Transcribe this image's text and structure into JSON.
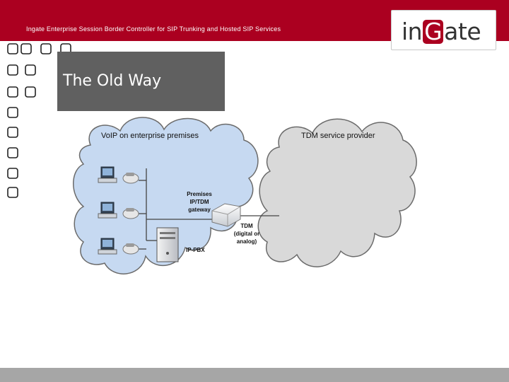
{
  "header": {
    "title": "Ingate Enterprise Session Border Controller for SIP Trunking and Hosted SIP Services",
    "bar_color": "#ab0020",
    "logo": {
      "prefix": "in",
      "emphasis": "G",
      "suffix": "ate"
    }
  },
  "slide": {
    "title": "The Old Way"
  },
  "diagram": {
    "left_cloud_label": "VoIP on enterprise premises",
    "right_cloud_label": "TDM service provider",
    "gateway_label": [
      "Premises",
      "IP/TDM",
      "gateway"
    ],
    "pbx_label": "IP-PBX",
    "tdm_label": [
      "TDM",
      "(digital or",
      "analog)"
    ],
    "left_cloud_color": "#c6d9f1",
    "right_cloud_color": "#d9d9d9"
  }
}
